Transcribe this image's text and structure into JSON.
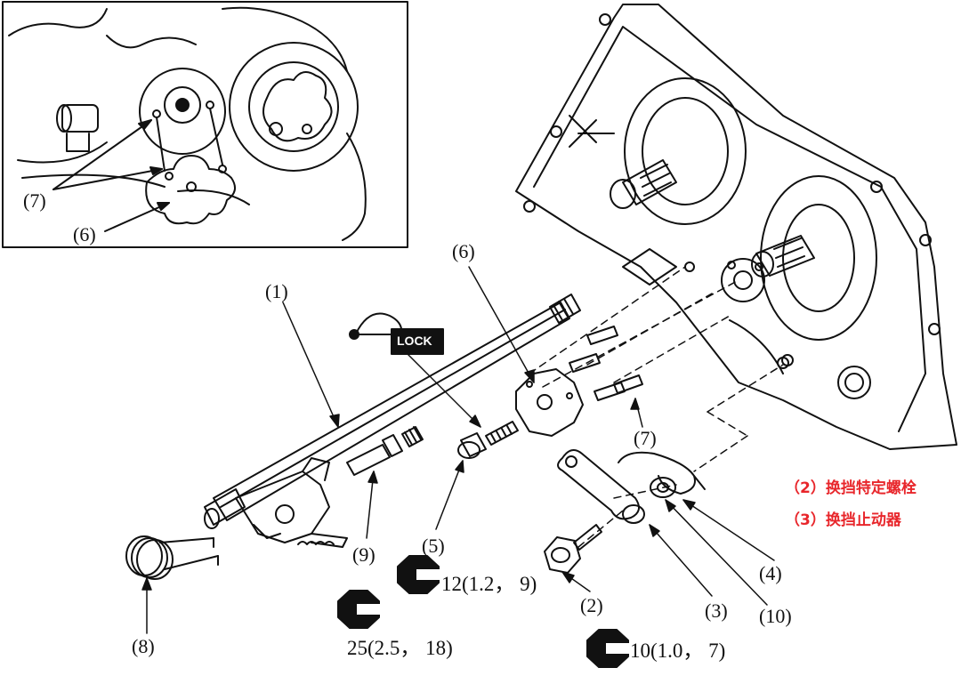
{
  "labels": {
    "p1": "(1)",
    "p2": "(2)",
    "p3": "(3)",
    "p4": "(4)",
    "p5": "(5)",
    "p6": "(6)",
    "p7": "(7)",
    "p8": "(8)",
    "p9": "(9)",
    "p10": "(10)",
    "inset_p6": "(6)",
    "inset_p7": "(7)"
  },
  "torque": {
    "t12": "12(1.2， 9)",
    "t25": "25(2.5， 18)",
    "t10": "10(1.0， 7)"
  },
  "lock_text": "LOCK",
  "notes": {
    "n2": "（2）换挡特定螺栓",
    "n3": "（3）换挡止动器"
  },
  "colors": {
    "line": "#111111",
    "note": "#e8262b"
  }
}
